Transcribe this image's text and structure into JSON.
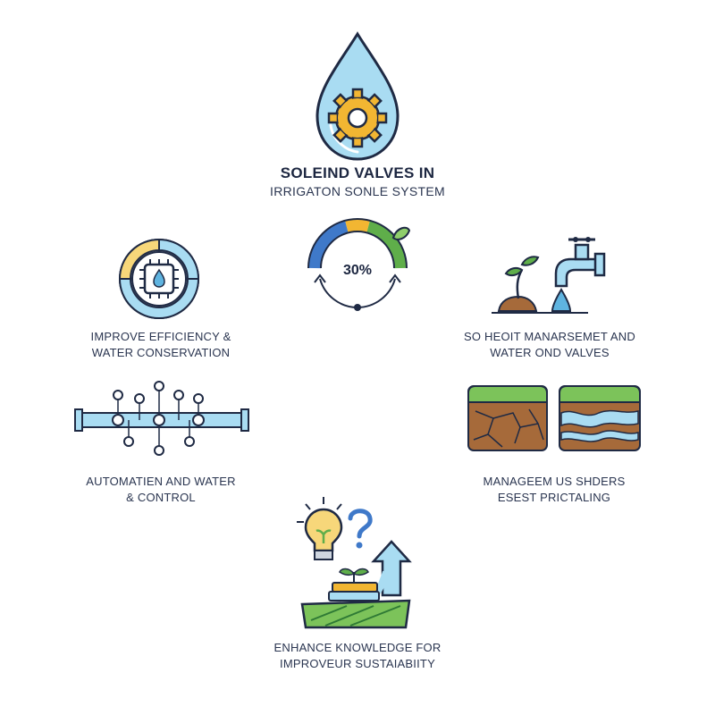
{
  "title": {
    "line1": "SOLEIND VALVES IN",
    "line2": "IRRIGATON SONLE SYSTEM"
  },
  "gauge": {
    "value_label": "30%",
    "value": 30
  },
  "sections": {
    "efficiency": {
      "line1": "IMPROVE EFFICIENCY &",
      "line2": "WATER CONSERVATION"
    },
    "management": {
      "line1": "SO HEOIT MANARSEMET AND",
      "line2": "WATER OND VALVES"
    },
    "automation": {
      "line1": "AUTOMATIEN AND WATER",
      "line2": "& CONTROL"
    },
    "soil": {
      "line1": "MANAGEEM US SHDERS",
      "line2": "ESEST PRICTALING"
    },
    "knowledge": {
      "line1": "ENHANCE KNOWLEDGE FOR",
      "line2": "IMPROVEUR SUSTAIABIITY"
    }
  },
  "colors": {
    "outline": "#1f2a44",
    "water": "#a9dcf2",
    "water_dark": "#5fb4e0",
    "gear": "#f2b632",
    "green": "#5fae4a",
    "blue": "#3f79c9",
    "soil": "#a66a3a"
  }
}
